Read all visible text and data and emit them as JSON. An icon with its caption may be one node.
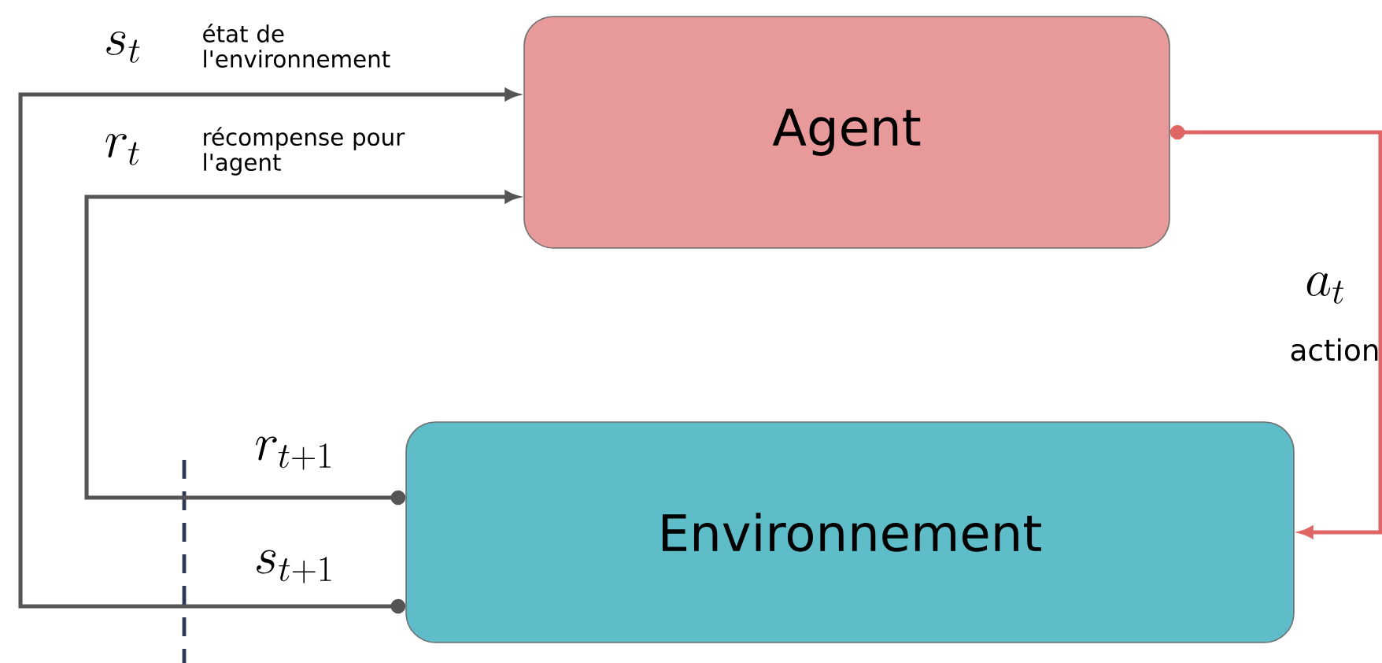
{
  "diagram": {
    "nodes": [
      {
        "text": [
          "Agent"
        ]
      },
      {
        "text": [
          "Environnement"
        ]
      }
    ],
    "edges": [
      {
        "from": 0,
        "to": 1,
        "arrow": "to",
        "color": "#e06666"
      },
      {
        "from": 1,
        "to": 0,
        "arrow": "to"
      },
      {
        "from": 1,
        "to": 0,
        "arrow": "to"
      }
    ],
    "labels": [
      "s_t",
      "état de l'environnement",
      "r_t",
      "récompense pour l'agent",
      "r_{t+1}",
      "s_{t+1}",
      "a_t",
      "action"
    ]
  }
}
